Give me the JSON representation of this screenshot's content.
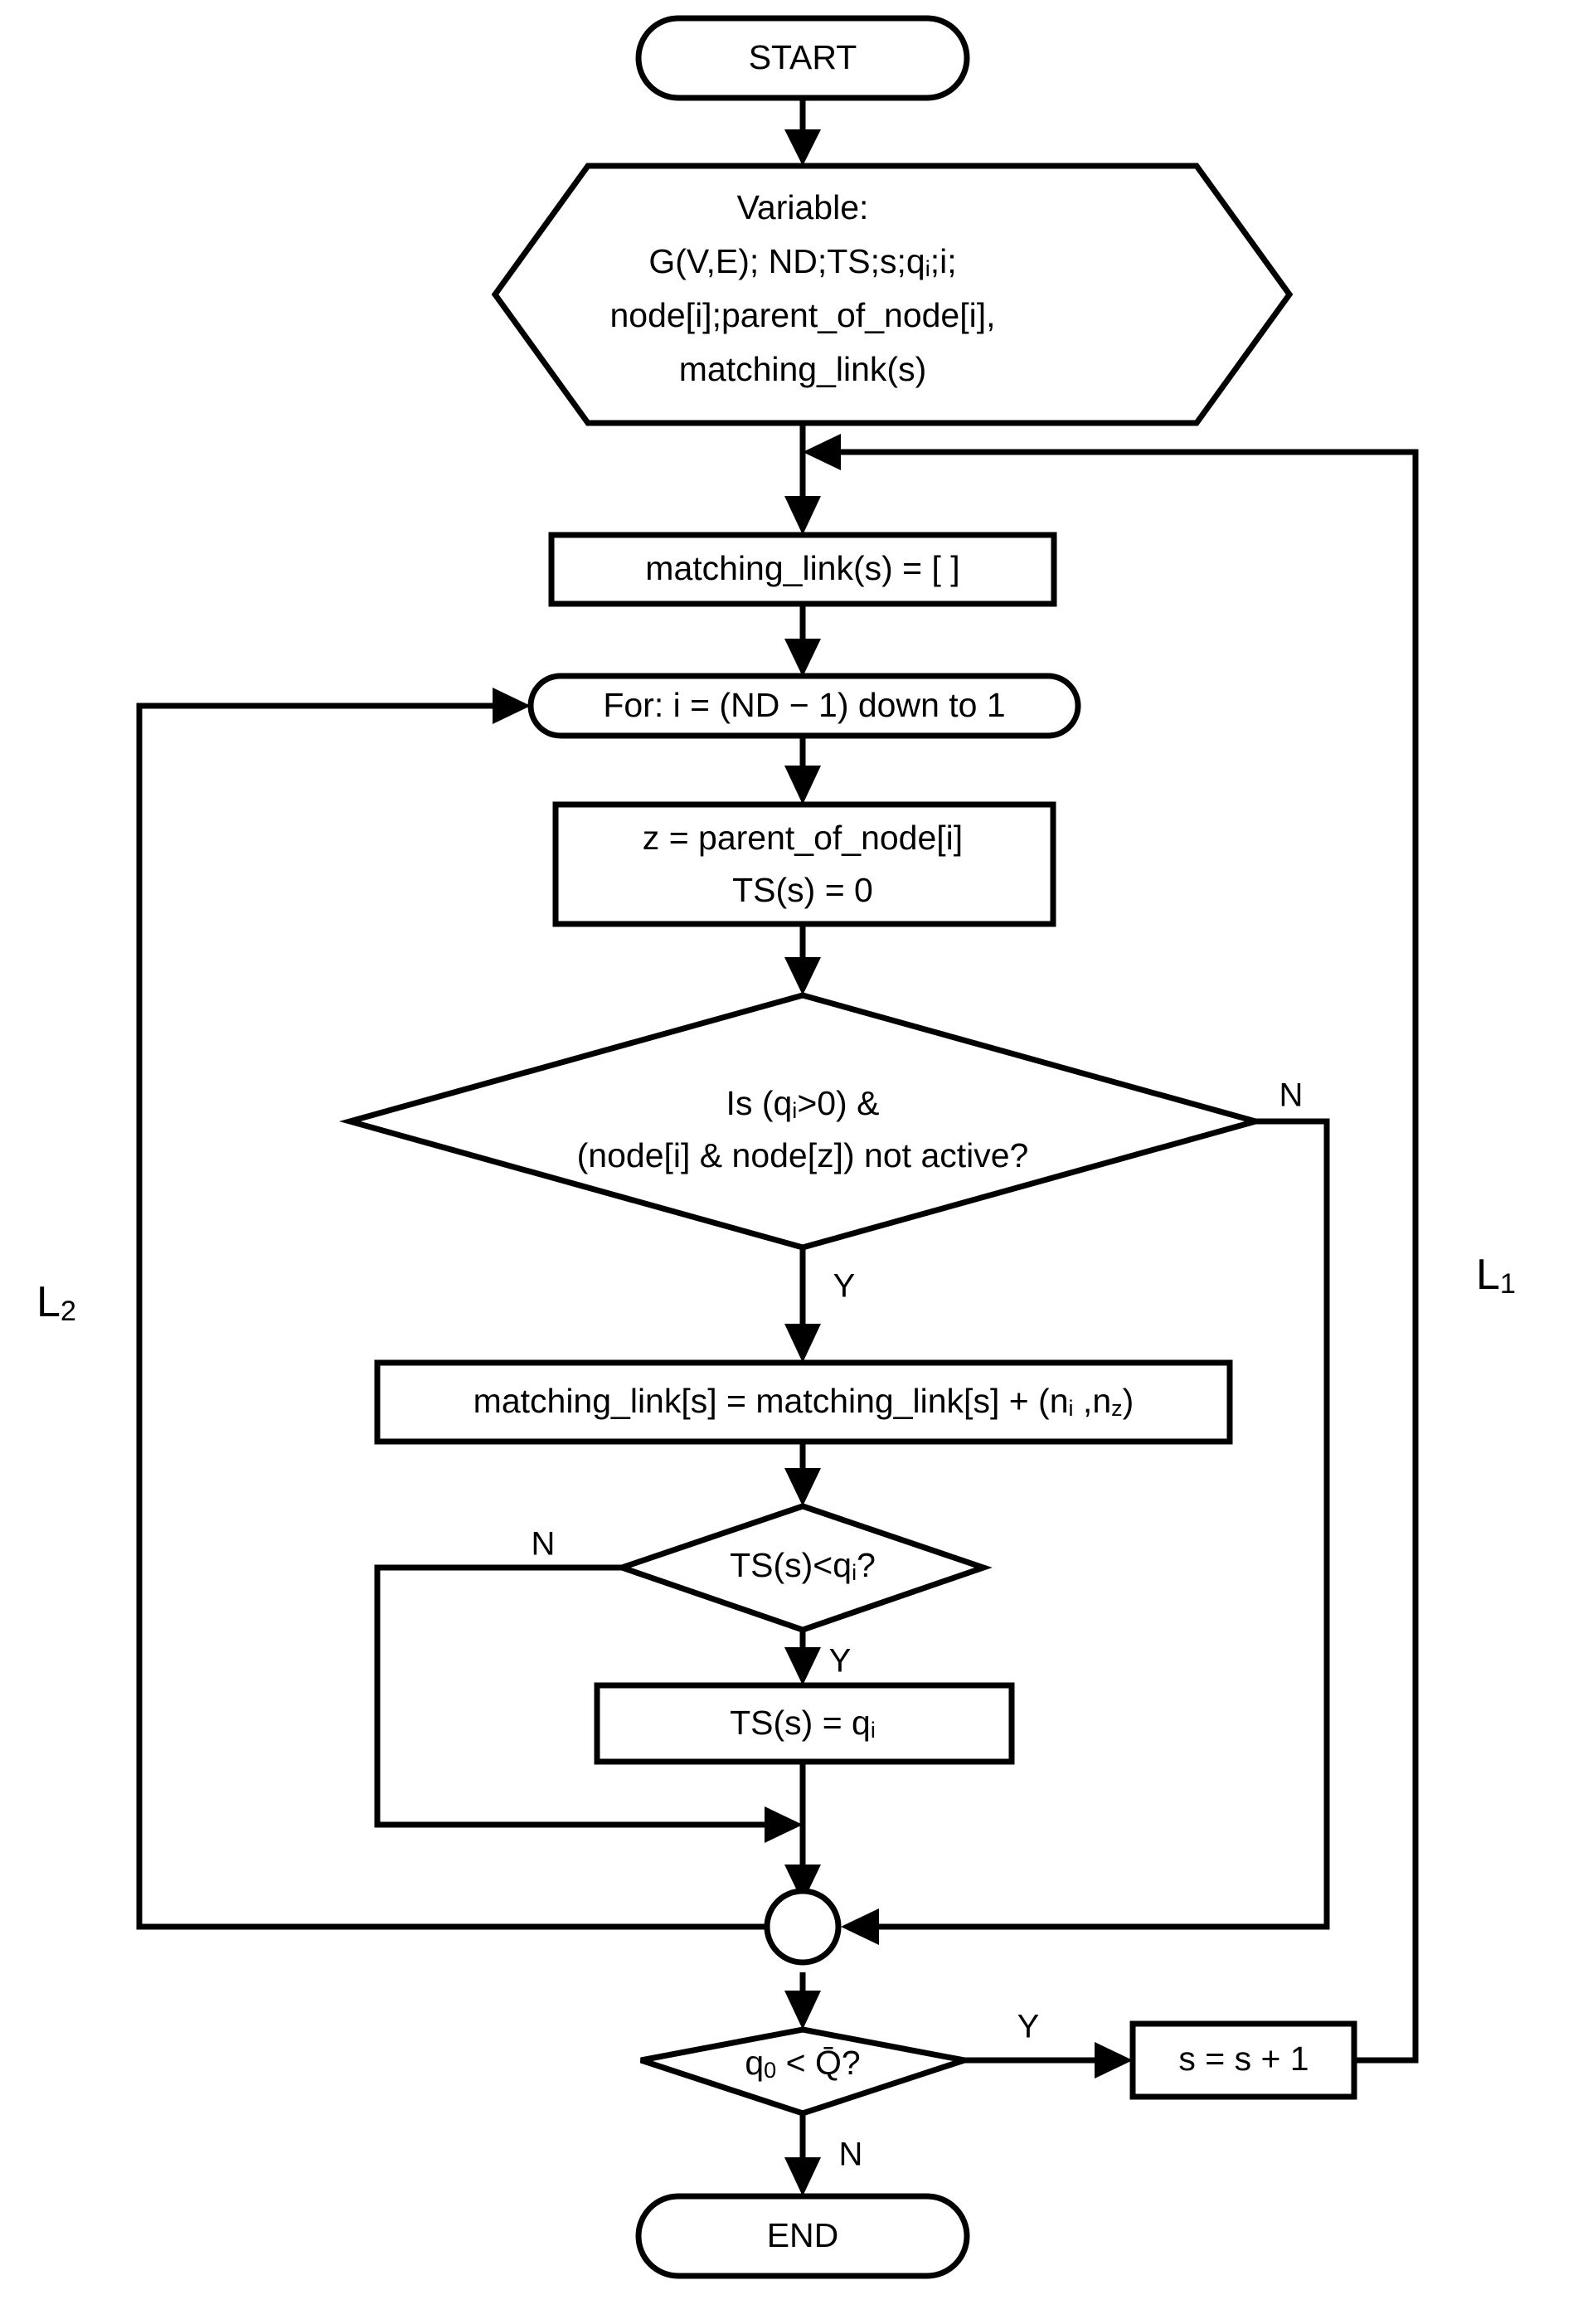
{
  "diagram": {
    "title": "Matching link selection algorithm flowchart",
    "background_color": "#ffffff",
    "line_color": "#000000"
  },
  "nodes": {
    "start": {
      "label": "START",
      "shape": "terminator"
    },
    "variables": {
      "shape": "hexagon",
      "line1": "Variable:",
      "line2_a": "G(V,E); ND;TS;s;q",
      "line2_sub": "i",
      "line2_b": ";i;",
      "line3": "node[i];parent_of_node[i],",
      "line4": "matching_link(s)"
    },
    "init_matching": {
      "label": "matching_link(s) = [ ]",
      "shape": "process"
    },
    "for_loop": {
      "label": "For: i = (ND − 1) down to 1",
      "shape": "loop"
    },
    "assign_z": {
      "shape": "process",
      "line1": "z = parent_of_node[i]",
      "line2": "TS(s) = 0"
    },
    "decision_active": {
      "shape": "decision",
      "line1_a": "Is (q",
      "line1_sub": "i",
      "line1_b": ">0) &",
      "line2": "(node[i] & node[z]) not active?"
    },
    "append_link": {
      "shape": "process",
      "text_a": "matching_link[s] = matching_link[s] + (n",
      "sub1": "i",
      "text_b": " ,n",
      "sub2": "z",
      "text_c": ")"
    },
    "decision_ts": {
      "shape": "decision",
      "text_a": "TS(s)<q",
      "sub": "i",
      "text_b": "?"
    },
    "assign_ts": {
      "shape": "process",
      "text_a": "TS(s) = q",
      "sub": "i"
    },
    "merge_connector": {
      "shape": "circle",
      "label": ""
    },
    "decision_q": {
      "shape": "decision",
      "text_a": "q",
      "sub": "0",
      "text_b": " < Q̄?"
    },
    "increment_s": {
      "label": "s = s + 1",
      "shape": "process"
    },
    "end": {
      "label": "END",
      "shape": "terminator"
    }
  },
  "edge_labels": {
    "decision_active_no": "N",
    "decision_active_yes": "Y",
    "decision_ts_no": "N",
    "decision_ts_yes": "Y",
    "decision_q_yes": "Y",
    "decision_q_no": "N"
  },
  "loop_labels": {
    "l1_a": "L",
    "l1_sub": "1",
    "l2_a": "L",
    "l2_sub": "2"
  }
}
